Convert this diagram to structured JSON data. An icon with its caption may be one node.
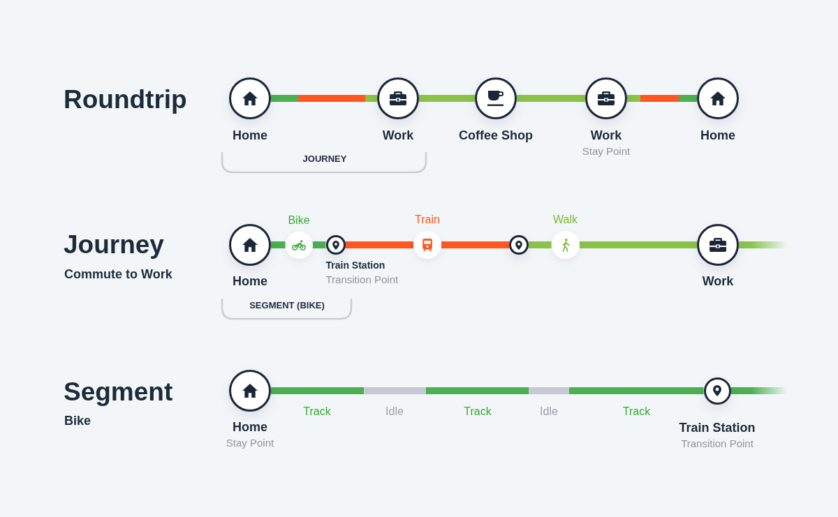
{
  "diagram": {
    "nodes": [
      {
        "text": [
          "Home"
        ]
      },
      {
        "text": [
          "Work"
        ]
      },
      {
        "text": [
          "Coffee Shop"
        ]
      },
      {
        "text": [
          "Work",
          "Stay Point"
        ]
      },
      {
        "text": [
          "Home"
        ]
      },
      {
        "text": [
          "Home"
        ]
      },
      {
        "text": [
          "Bike"
        ]
      },
      {
        "text": [
          "Train Station",
          "Transition Point"
        ]
      },
      {
        "text": [
          "Train"
        ]
      },
      {
        "text": [],
        "shape": "circle"
      },
      {
        "text": [
          "Walk"
        ]
      },
      {
        "text": [
          "Work"
        ]
      },
      {
        "text": [
          "Home",
          "Stay Point"
        ]
      },
      {
        "text": [
          "Train Station",
          "Transition Point"
        ]
      }
    ],
    "edges": [
      {
        "from": 0,
        "to": 1,
        "arrow": "none"
      },
      {
        "from": 1,
        "to": 2,
        "arrow": "none"
      },
      {
        "from": 2,
        "to": 3,
        "arrow": "none"
      },
      {
        "from": 3,
        "to": 4,
        "arrow": "none"
      },
      {
        "from": 5,
        "to": 6,
        "arrow": "none",
        "color": "#4caf50"
      },
      {
        "from": 6,
        "to": 7,
        "arrow": "none",
        "color": "#4caf50"
      },
      {
        "from": 7,
        "to": 8,
        "arrow": "none",
        "color": "#ff5722"
      },
      {
        "from": 8,
        "to": 9,
        "arrow": "none",
        "color": "#ff5722"
      },
      {
        "from": 9,
        "to": 10,
        "arrow": "none"
      },
      {
        "from": 10,
        "to": 11,
        "arrow": "none"
      },
      {
        "from": 11,
        "to": null,
        "arrow": "none"
      },
      {
        "from": 12,
        "to": 13,
        "arrow": "none",
        "color": "#4caf50"
      },
      {
        "from": 13,
        "to": null,
        "arrow": "none",
        "color": "#4caf50"
      }
    ],
    "labels": [
      "Roundtrip",
      "JOURNEY",
      "Journey",
      "Commute to Work",
      "SEGMENT (BIKE)",
      "Segment",
      "Bike",
      "Track",
      "Idle",
      "Track",
      "Idle",
      "Track"
    ]
  }
}
